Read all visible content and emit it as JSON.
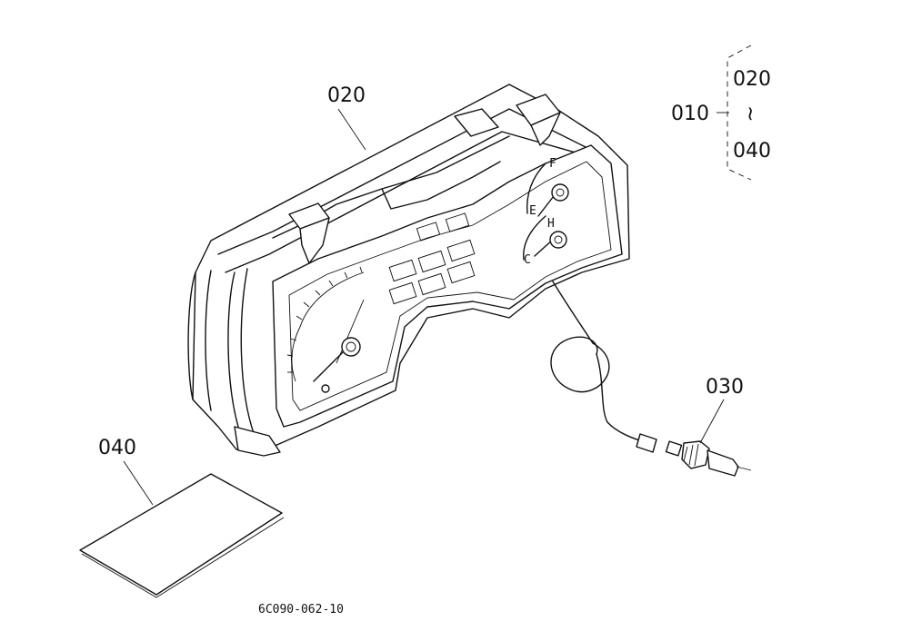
{
  "labels": {
    "cluster": "020",
    "sensor": "030",
    "sheet": "040",
    "group_main": "010",
    "group_from": "020",
    "group_tilde": "~",
    "group_to": "040"
  },
  "gauge_marks": {
    "fuel_full": "F",
    "fuel_empty": "E",
    "temp_hot": "H",
    "temp_cold": "C"
  },
  "drawing_code": "6C090-062-10"
}
